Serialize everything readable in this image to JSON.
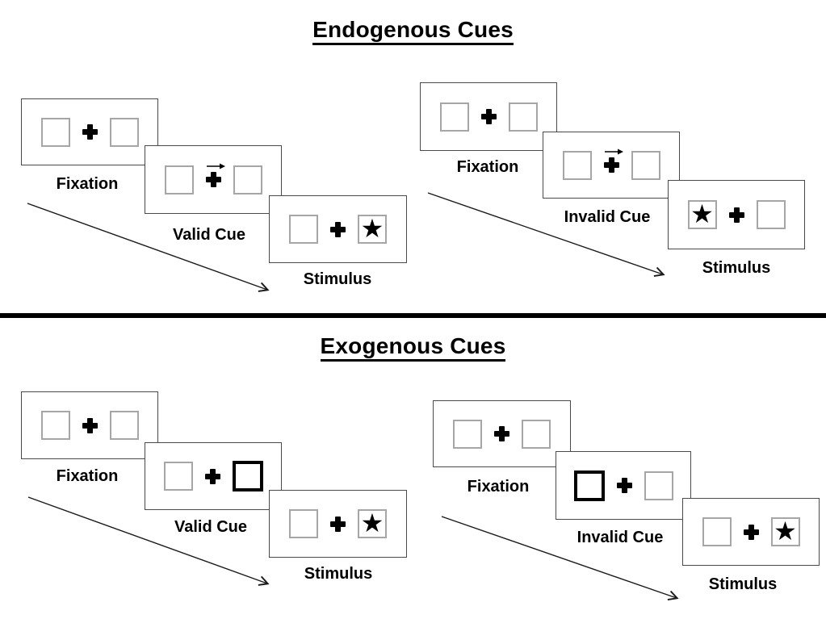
{
  "diagram": {
    "endogenous": {
      "title": "Endogenous Cues",
      "valid": {
        "fixation": "Fixation",
        "cue": "Valid Cue",
        "stimulus": "Stimulus"
      },
      "invalid": {
        "fixation": "Fixation",
        "cue": "Invalid Cue",
        "stimulus": "Stimulus"
      }
    },
    "exogenous": {
      "title": "Exogenous Cues",
      "valid": {
        "fixation": "Fixation",
        "cue": "Valid Cue",
        "stimulus": "Stimulus"
      },
      "invalid": {
        "fixation": "Fixation",
        "cue": "Invalid Cue",
        "stimulus": "Stimulus"
      }
    }
  },
  "icons": {
    "star": "★",
    "fixation_cross": "heavy-plus",
    "endogenous_cue": "right-arrow-above-cross",
    "exogenous_cue": "thick-outlined-box",
    "timeline": "diagonal-arrow"
  },
  "colors": {
    "background": "#ffffff",
    "ink": "#000000",
    "panel_border": "#4a4a4a",
    "square_border": "#a6a6a6",
    "arrow": "#1a1a1a"
  }
}
